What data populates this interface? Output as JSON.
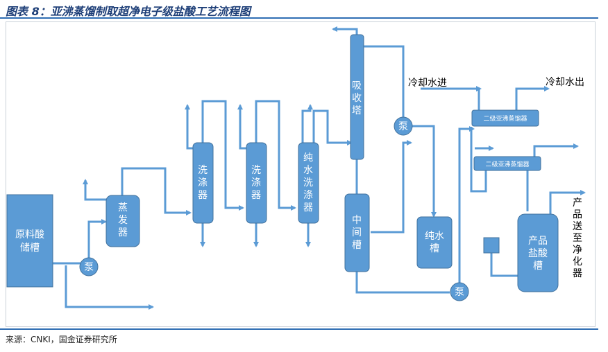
{
  "figure": {
    "title": "图表 8：亚沸蒸馏制取超净电子级盐酸工艺流程图",
    "source": "来源：CNKI，国金证券研究所"
  },
  "diagram": {
    "raw_tank": [
      "原料酸",
      "储槽"
    ],
    "pump": "泵",
    "evaporator": [
      "蒸",
      "发",
      "器"
    ],
    "washer1": [
      "洗",
      "涤",
      "器"
    ],
    "washer2": [
      "洗",
      "涤",
      "器"
    ],
    "pure_washer": [
      "纯",
      "水",
      "洗",
      "涤",
      "器"
    ],
    "absorber": [
      "吸",
      "收",
      "塔"
    ],
    "mid_tank": [
      "中",
      "间",
      "槽"
    ],
    "pure_water_tank": [
      "纯水",
      "槽"
    ],
    "sub_boiler_2": "二级亚沸蒸馏器",
    "sub_boiler_1": "二级亚沸蒸馏器",
    "product_tank": [
      "产品",
      "盐酸",
      "槽"
    ],
    "cooling_in": "冷却水进",
    "cooling_out": "冷却水出",
    "product_out": [
      "产",
      "品",
      "送",
      "至",
      "净",
      "化",
      "器"
    ]
  },
  "colors": {
    "accent": "#5b9bd5",
    "header": "#1e3f78",
    "rule": "#2e6db3"
  }
}
